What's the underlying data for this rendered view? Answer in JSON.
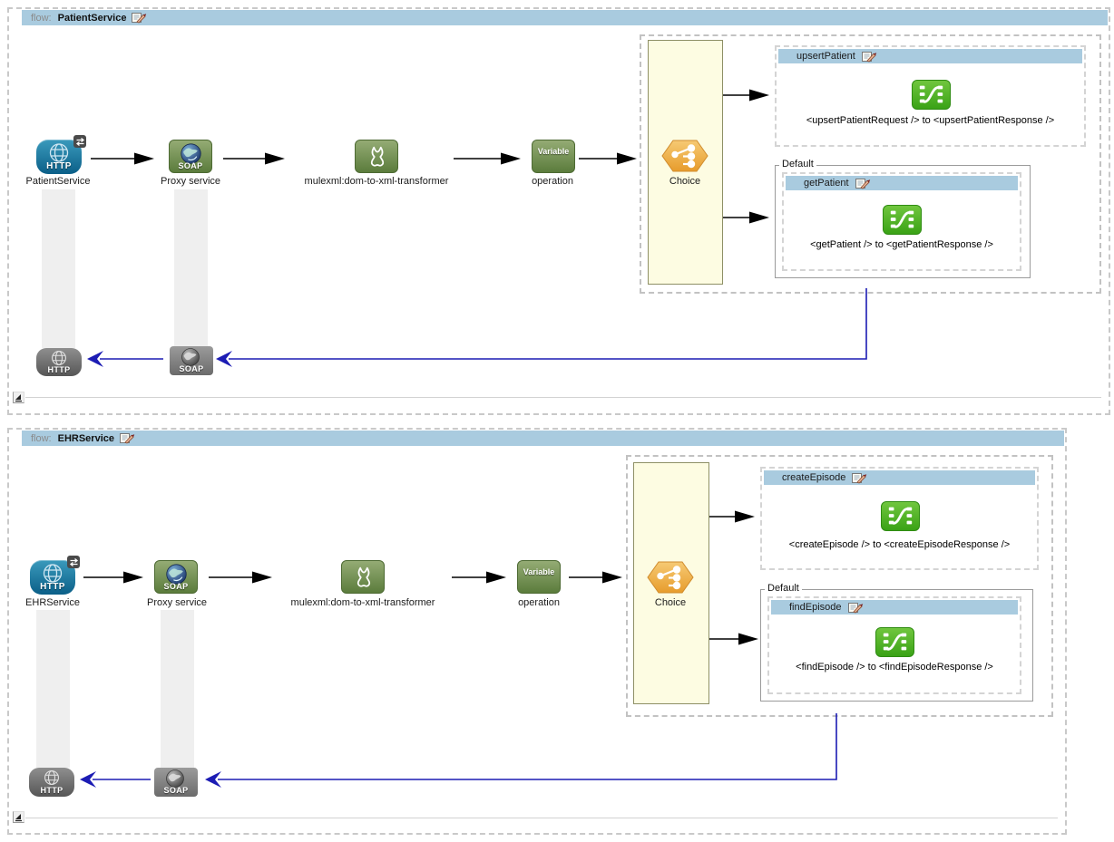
{
  "colors": {
    "flow_header_blue": "#a9cbdf",
    "branch_title_blue": "#a9cbdf",
    "choice_panel_yellow": "#fdfce2",
    "choice_hex_orange": "#eda93e",
    "node_green": "#6b8a49",
    "mapper_green": "#4cb327",
    "http_blue": "#13719c",
    "return_arrow_blue": "#1c1cb4",
    "connector_black": "#000000",
    "lane_gray": "#efefef",
    "inactive_gray": "#6f6f6f"
  },
  "flow1": {
    "kind_label": "flow:",
    "name": "PatientService",
    "source": {
      "icon_text": "HTTP",
      "label": "PatientService"
    },
    "proxy": {
      "icon_text": "SOAP",
      "label": "Proxy service"
    },
    "transformer": {
      "label": "mulexml:dom-to-xml-transformer"
    },
    "variable": {
      "icon_text": "Variable",
      "label": "operation"
    },
    "choice": {
      "label": "Choice"
    },
    "branch_top": {
      "title": "upsertPatient",
      "caption": "<upsertPatientRequest /> to <upsertPatientResponse />"
    },
    "default_group": {
      "label": "Default"
    },
    "branch_default": {
      "title": "getPatient",
      "caption": "<getPatient /> to <getPatientResponse />"
    },
    "response": {
      "http_text": "HTTP",
      "soap_text": "SOAP"
    }
  },
  "flow2": {
    "kind_label": "flow:",
    "name": "EHRService",
    "source": {
      "icon_text": "HTTP",
      "label": "EHRService"
    },
    "proxy": {
      "icon_text": "SOAP",
      "label": "Proxy service"
    },
    "transformer": {
      "label": "mulexml:dom-to-xml-transformer"
    },
    "variable": {
      "icon_text": "Variable",
      "label": "operation"
    },
    "choice": {
      "label": "Choice"
    },
    "branch_top": {
      "title": "createEpisode",
      "caption": "<createEpisode /> to <createEpisodeResponse />"
    },
    "default_group": {
      "label": "Default"
    },
    "branch_default": {
      "title": "findEpisode",
      "caption": "<findEpisode /> to <findEpisodeResponse />"
    },
    "response": {
      "http_text": "HTTP",
      "soap_text": "SOAP"
    }
  }
}
